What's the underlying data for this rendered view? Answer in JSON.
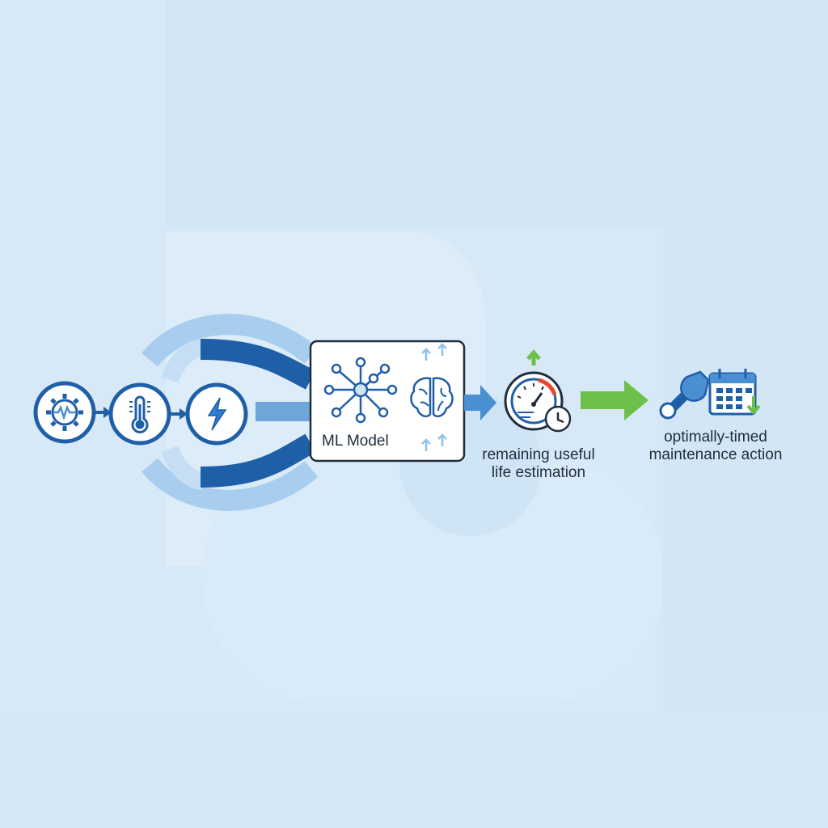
{
  "diagram": {
    "model": {
      "label": "ML Model"
    },
    "rul": {
      "label_line1": "remaining useful",
      "label_line2": "life estimation"
    },
    "action": {
      "label_line1": "optimally-timed",
      "label_line2": "maintenance action"
    },
    "sensors": [
      "gear-vibration-sensor",
      "temperature-sensor",
      "electrical-sensor"
    ],
    "colors": {
      "primary": "#1f5fa8",
      "light": "#a9cdee",
      "accent_green": "#6cc04a",
      "accent_red": "#e8472f",
      "background": "#d7e9f7"
    }
  }
}
